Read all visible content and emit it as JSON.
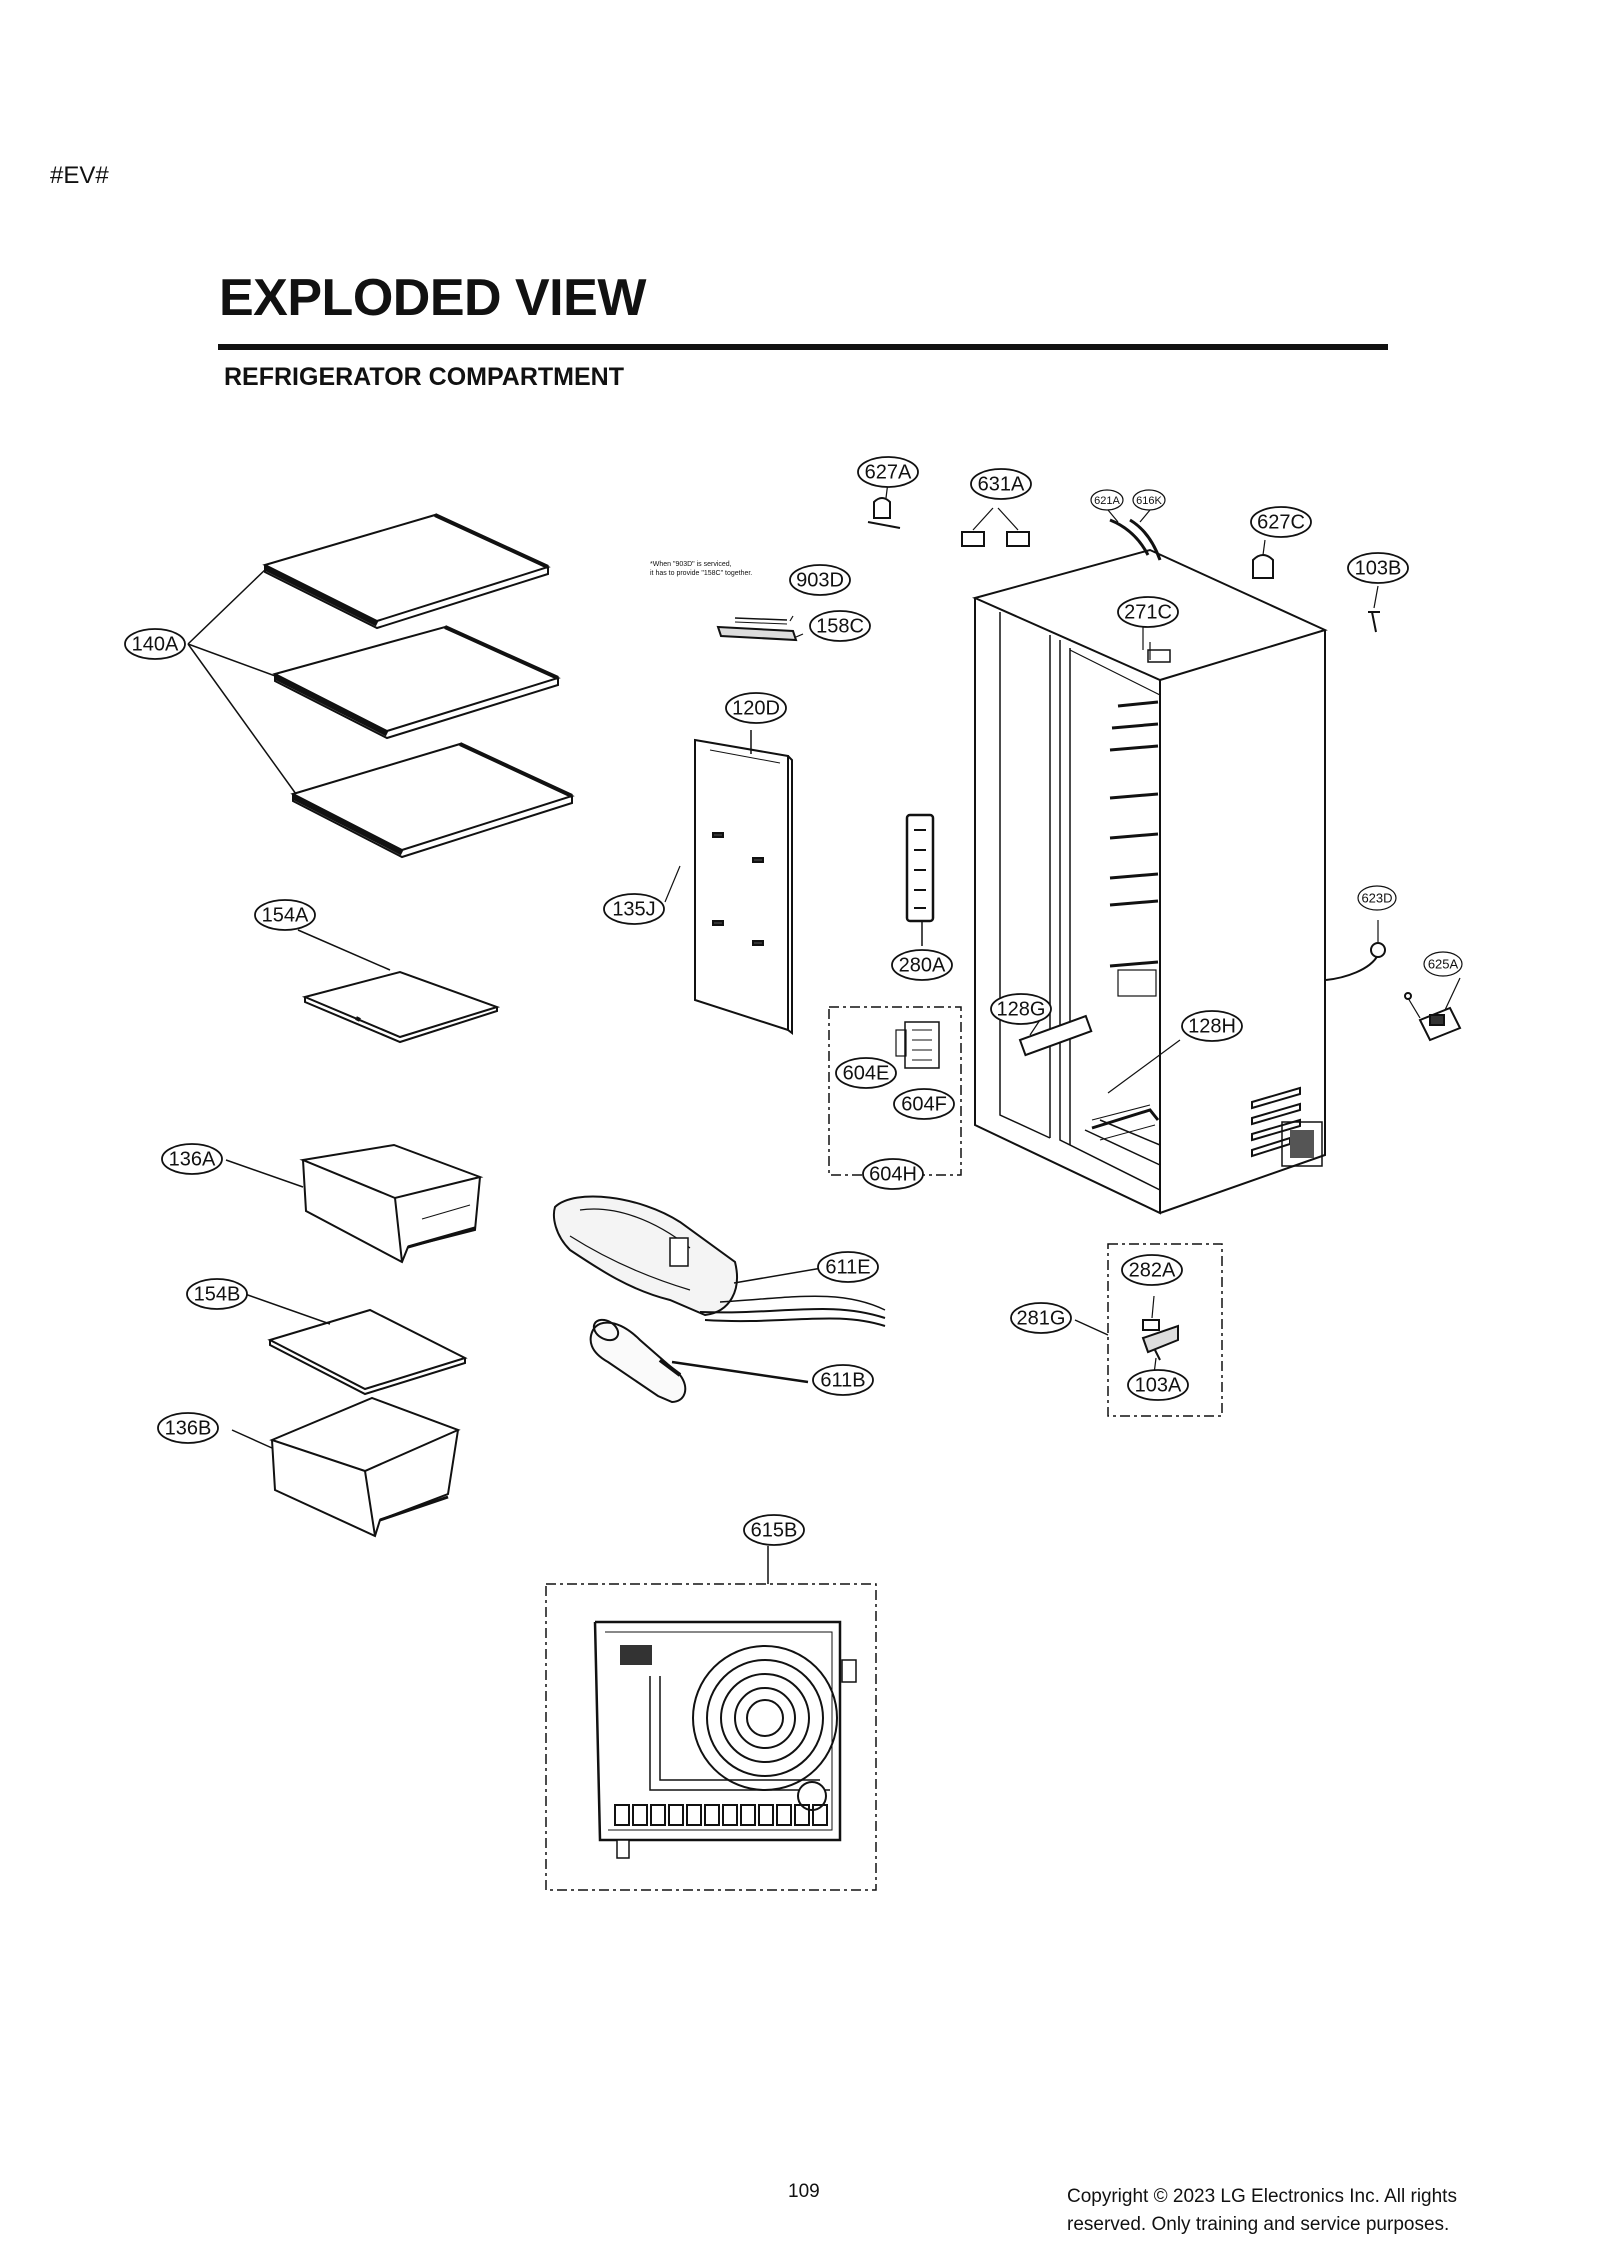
{
  "header": {
    "tag": "#EV#",
    "title": "EXPLODED VIEW",
    "subtitle": "REFRIGERATOR COMPARTMENT"
  },
  "note": {
    "line1": "*When \"903D\" is serviced,",
    "line2": "it has to provide \"158C\" together."
  },
  "callouts": {
    "c627A": "627A",
    "c631A": "631A",
    "c621A": "621A",
    "c616K": "616K",
    "c627C": "627C",
    "c103B": "103B",
    "c903D": "903D",
    "c158C": "158C",
    "c271C": "271C",
    "c140A": "140A",
    "c120D": "120D",
    "c135J": "135J",
    "c154A": "154A",
    "c623D": "623D",
    "c280A": "280A",
    "c625A": "625A",
    "c128G": "128G",
    "c128H": "128H",
    "c604E": "604E",
    "c604F": "604F",
    "c604H": "604H",
    "c136A": "136A",
    "c611E": "611E",
    "c282A": "282A",
    "c154B": "154B",
    "c281G": "281G",
    "c611B": "611B",
    "c103A": "103A",
    "c136B": "136B",
    "c615B": "615B"
  },
  "footer": {
    "page_number": "109",
    "copyright": "Copyright © 2023 LG Electronics Inc. All rights reserved. Only training and service purposes."
  }
}
